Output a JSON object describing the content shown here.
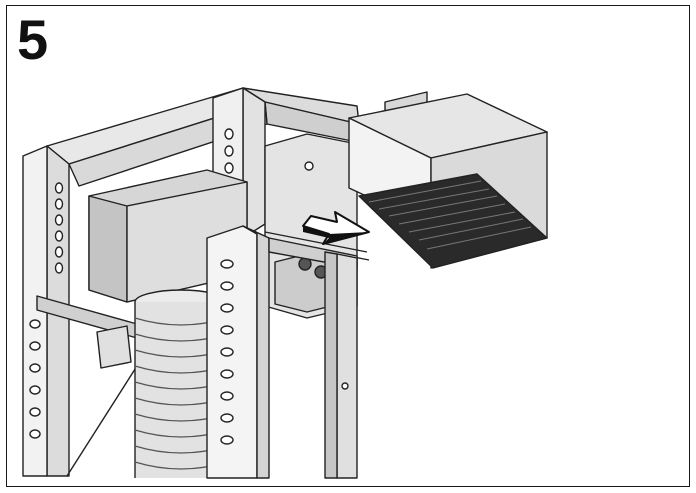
{
  "step": {
    "number": "5"
  },
  "colors": {
    "frame_border": "#1a1a1a",
    "metal_light": "#e6e6e6",
    "metal_mid": "#cfcfcf",
    "metal_dark": "#a8a8a8",
    "filter_grille": "#2a2a2a",
    "arrow_fill": "#ffffff",
    "stroke": "#222222"
  },
  "icons": {
    "arrow": "removal-direction-arrow",
    "filter": "cooker-hood-carbon-filter"
  }
}
